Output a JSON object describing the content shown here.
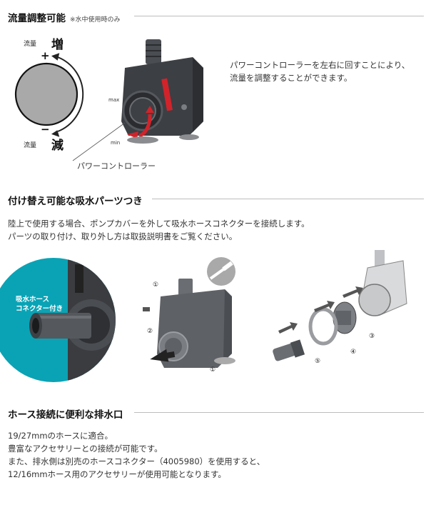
{
  "section1": {
    "title": "流量調整可能",
    "note": "※水中使用時のみ",
    "flow_label_top": "流量",
    "increase_label": "増",
    "plus_sign": "+",
    "flow_label_bottom": "流量",
    "decrease_label": "減",
    "minus_sign": "−",
    "max_label": "max",
    "min_label": "min",
    "controller_caption": "パワーコントローラー",
    "description": [
      "パワーコントローラーを左右に回すことにより、",
      "流量を調整することができます。"
    ]
  },
  "section2": {
    "title": "付け替え可能な吸水パーツつき",
    "description": [
      "陸上で使用する場合、ポンプカバーを外して吸水ホースコネクターを接続します。",
      "パーツの取り付け、取り外し方は取扱説明書をご覧ください。"
    ],
    "teal_label": [
      "吸水ホース",
      "コネクター付き"
    ],
    "numbers": [
      "①",
      "②",
      "①",
      "③",
      "④",
      "⑤"
    ]
  },
  "section3": {
    "title": "ホース接続に便利な排水口",
    "description": [
      "19/27mmのホースに適合。",
      "豊富なアクセサリーとの接続が可能です。",
      "また、排水側は別売のホースコネクター（4005980）を使用すると、",
      "12/16mmホース用のアクセサリーが使用可能となります。"
    ]
  },
  "colors": {
    "accent_red": "#d2232a",
    "teal": "#0aa3b5",
    "pump_dark": "#3c3f44",
    "dial_grey": "#a9a9a9"
  }
}
